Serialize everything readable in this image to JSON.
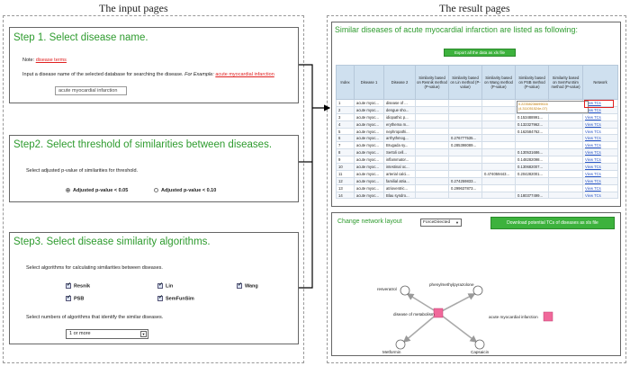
{
  "headers": {
    "input": "The input pages",
    "result": "The result pages"
  },
  "step1": {
    "title": "Step 1. Select disease name.",
    "note_label": "Note:",
    "note_link": "disease terms",
    "instruction": "Input a disease name of the selected database for searching the disease.",
    "example_label": "For Example:",
    "example_link": "acute myocardial infarction",
    "input_value": "acute myocardial infarction"
  },
  "step2": {
    "title": "Step2. Select threshold of similarities between diseases.",
    "instruction": "Select adjusted p-value of similarities for threshold.",
    "option1": "Adjusted p-value < 0.05",
    "option2": "Adjusted p-value < 0.10"
  },
  "step3": {
    "title": "Step3. Select disease similarity algorithms.",
    "instruction": "Select algorithms for calculating similarities between diseases.",
    "algorithms": [
      "Resnik",
      "Lin",
      "Wang",
      "PSB",
      "SemFunSim"
    ],
    "count_instruction": "Select numbers of algorithms that identify the similar diseases.",
    "count_value": "1 or more"
  },
  "result": {
    "title": "Similar diseases of acute myocardial infarction are listed as following:",
    "export_button": "Export all the data as xls file",
    "columns": [
      "Index",
      "Disease 1",
      "Disease 2",
      "Similarity based on Resnik method (P-value)",
      "Similarity based on Lin method (P-value)",
      "Similarity based on Wang method (P-value)",
      "Similarity based on PSB method (P-value)",
      "Similarity based on SemFunSim method (P-value)",
      "Network"
    ],
    "rows": [
      [
        "1",
        "acute myoc...",
        "disease of ...",
        "",
        "",
        "",
        "",
        "",
        "View TCs"
      ],
      [
        "2",
        "acute myoc...",
        "dengue sho...",
        "",
        "",
        "",
        "",
        "",
        "View TCs"
      ],
      [
        "3",
        "acute myoc...",
        "idiopathic p...",
        "",
        "",
        "",
        "0.153488991...",
        "",
        "View TCs"
      ],
      [
        "4",
        "acute myoc...",
        "erythema m...",
        "",
        "",
        "",
        "0.132327962...",
        "",
        "View TCs"
      ],
      [
        "5",
        "acute myoc...",
        "nephropathi...",
        "",
        "",
        "",
        "0.162584762...",
        "",
        "View TCs"
      ],
      [
        "6",
        "acute myoc...",
        "arrhythmog...",
        "",
        "0.276777535...",
        "",
        "",
        "",
        "View TCs"
      ],
      [
        "7",
        "acute myoc...",
        "Brugada sy...",
        "",
        "0.285398089...",
        "",
        "",
        "",
        "View TCs"
      ],
      [
        "8",
        "acute myoc...",
        "Sertoli cell...",
        "",
        "",
        "",
        "0.130531686...",
        "",
        "View TCs"
      ],
      [
        "9",
        "acute myoc...",
        "inflammator...",
        "",
        "",
        "",
        "0.148282098...",
        "",
        "View TCs"
      ],
      [
        "10",
        "acute myoc...",
        "intestinal oc...",
        "",
        "",
        "",
        "0.130682007...",
        "",
        "View TCs"
      ],
      [
        "11",
        "acute myoc...",
        "arterial calci...",
        "",
        "",
        "0.474059443...",
        "0.204282001...",
        "",
        "View TCs"
      ],
      [
        "12",
        "acute myoc...",
        "familial atria...",
        "",
        "0.274259833...",
        "",
        "",
        "",
        "View TCs"
      ],
      [
        "13",
        "acute myoc...",
        "atrioventric...",
        "",
        "0.299637873...",
        "",
        "",
        "",
        "View TCs"
      ],
      [
        "14",
        "acute myoc...",
        "Blau syndro...",
        "",
        "",
        "",
        "0.180377499...",
        "",
        "View TCs"
      ]
    ],
    "tooltip_line1": "0.22358236699616",
    "tooltip_line2": "(4.311051524e-07)"
  },
  "network": {
    "layout_label": "Change network layout",
    "layout_value": "ForceDirected",
    "download_button": "Download potential TCs of diseases as xls file",
    "nodes": {
      "resveratrol": "resveratrol",
      "phenylmethylpyrazolone": "phenylmethylpyrazolone",
      "disease_of_metabolism": "disease of metabolism",
      "acute_mi": "acute myocardial infarction",
      "metformin": "Metformin",
      "capsaicin": "Capsaicin"
    }
  }
}
